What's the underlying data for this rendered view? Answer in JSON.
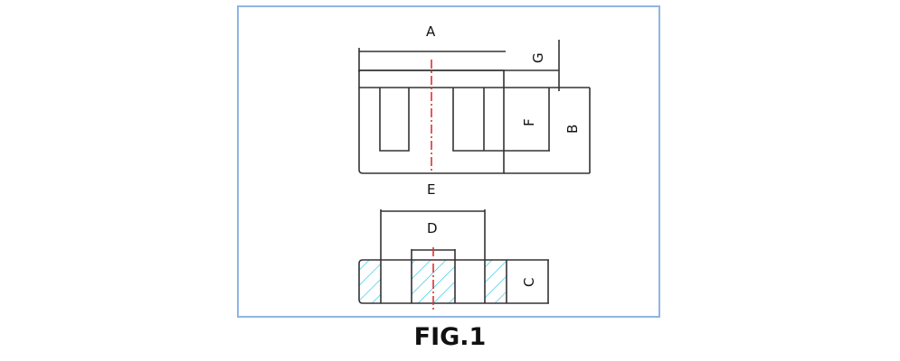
{
  "figure": {
    "caption": "FIG.1",
    "frame_color": "#8fb4e6",
    "line_color": "#333333",
    "centerline_color": "#e03030",
    "hatch_color": "#33ccee"
  },
  "top_view": {
    "dimension_labels": {
      "A": "A",
      "B": "B",
      "E": "E",
      "F": "F",
      "G": "G"
    }
  },
  "section_view": {
    "dimension_labels": {
      "C": "C",
      "D": "D"
    }
  }
}
